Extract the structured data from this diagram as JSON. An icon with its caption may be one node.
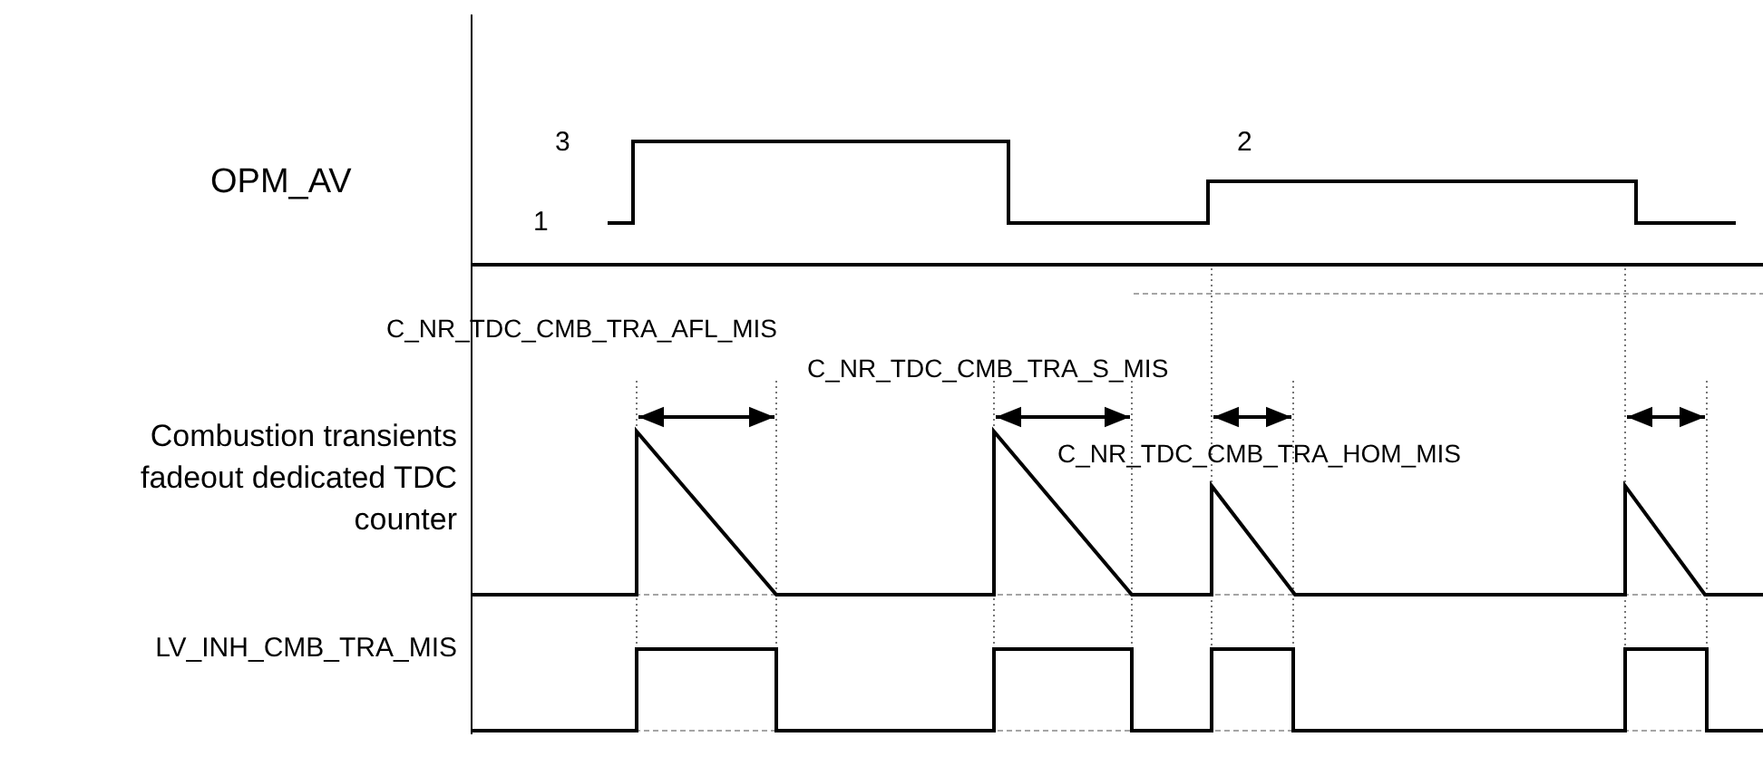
{
  "diagram": {
    "labels": [
      "3",
      "2",
      "OPM_AV",
      "1",
      "C_NR_TDC_CMB_TRA_AFL_MIS",
      "C_NR_TDC_CMB_TRA_S_MIS",
      "Combustion transients fadeout dedicated TDC counter",
      "C_NR_TDC_CMB_TRA_HOM_MIS",
      "LV_INH_CMB_TRA_MIS"
    ]
  }
}
